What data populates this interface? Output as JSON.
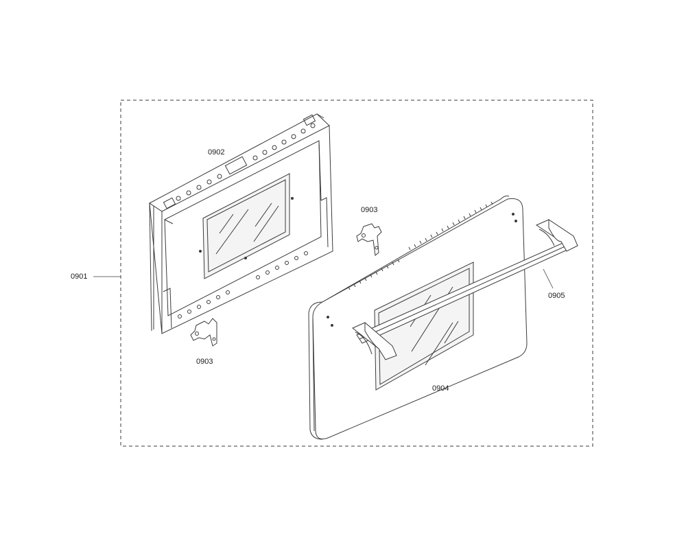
{
  "callouts": {
    "assembly": "0901",
    "inner_frame": "0902",
    "hinge_upper": "0903",
    "hinge_lower": "0903",
    "outer_door": "0904",
    "handle": "0905"
  },
  "colors": {
    "line": "#3a3a3a",
    "glass": "#f4f4f4",
    "background": "#ffffff"
  }
}
